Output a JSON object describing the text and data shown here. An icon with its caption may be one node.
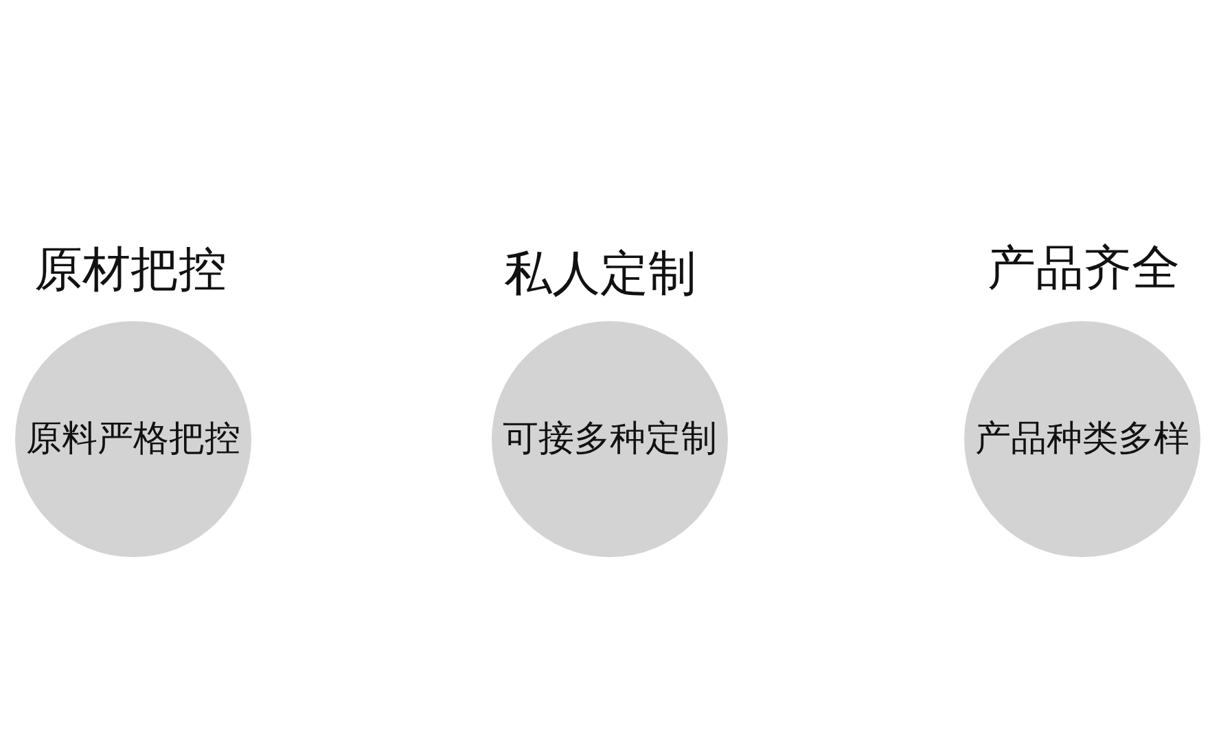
{
  "diagram": {
    "nodes": [
      {
        "text": [
          "原材把控",
          "原料严格把控"
        ]
      },
      {
        "text": [
          "私人定制",
          "可接多种定制"
        ]
      },
      {
        "text": [
          "产品齐全",
          "产品种类多样"
        ]
      }
    ]
  }
}
